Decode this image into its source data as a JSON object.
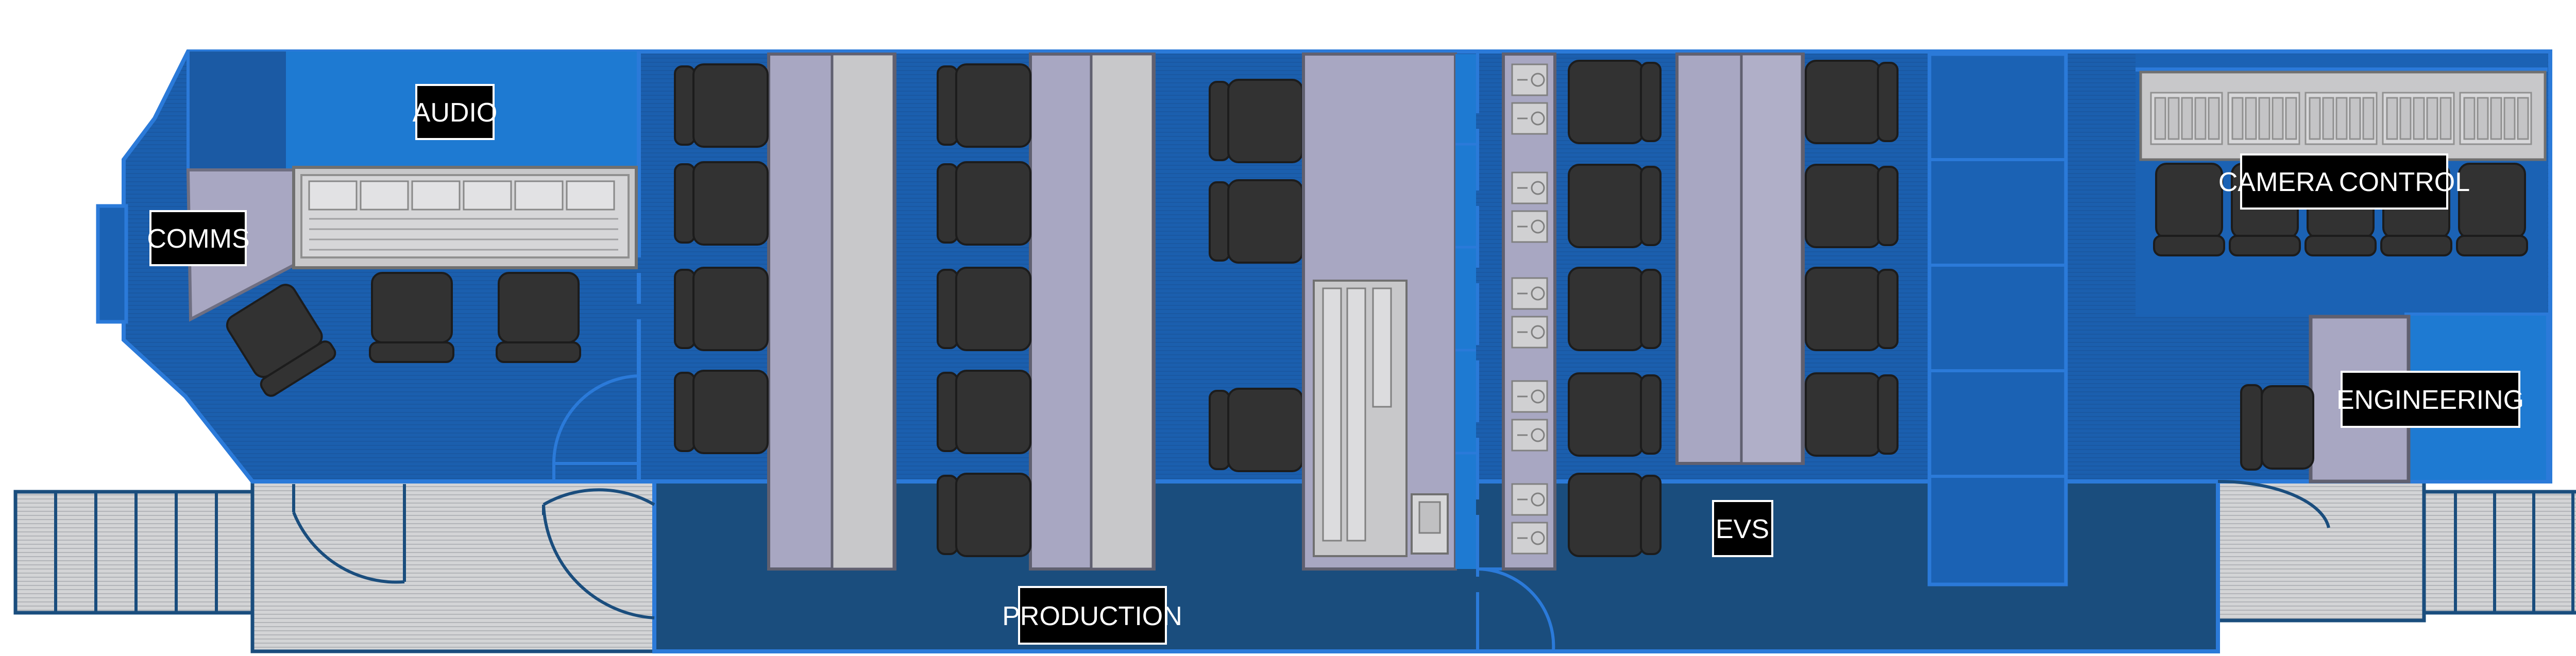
{
  "zones": {
    "audio": "AUDIO",
    "comms": "COMMS",
    "production": "PRODUCTION",
    "evs": "EVS",
    "camera_control": "CAMERA CONTROL",
    "engineering": "ENGINEERING"
  },
  "colors": {
    "floor_blue": "#1b62b4",
    "floor_light": "#1e7ad2",
    "floor_dark": "#1a4d7d",
    "deck_grey": "#cfd0d2",
    "desk_lavender": "#a8a7c2",
    "desk_light": "#c8c8ca",
    "chair": "#323232",
    "wall": "#2b7ad9",
    "label_bg": "#000000",
    "label_text": "#ffffff"
  }
}
